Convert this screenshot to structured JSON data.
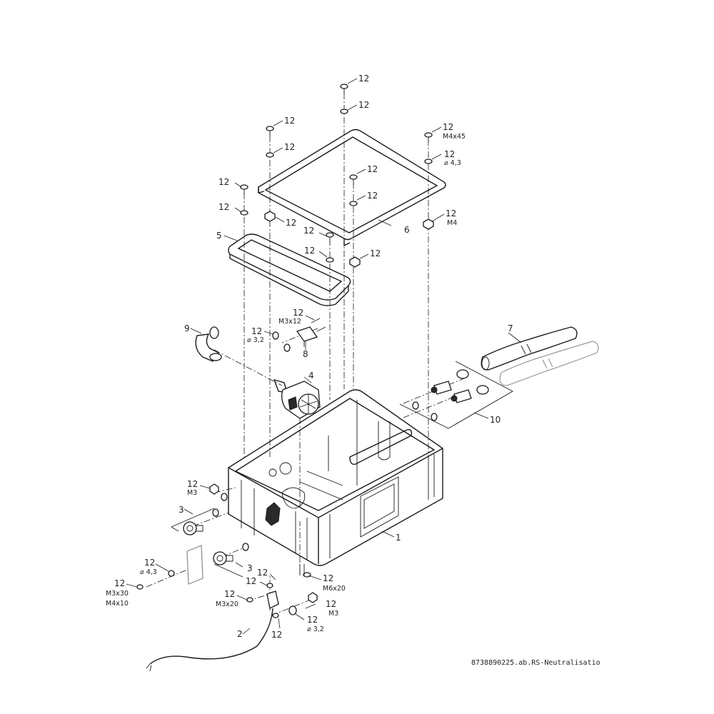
{
  "parts": {
    "p1": "1",
    "p2": "2",
    "p3a": "3",
    "p3b": "3",
    "p4": "4",
    "p5": "5",
    "p6": "6",
    "p7": "7",
    "p8": "8",
    "p9": "9",
    "p10": "10"
  },
  "fasteners": {
    "f01": "12",
    "f02": "12",
    "f03": "12",
    "f04": "12",
    "f05": "12",
    "f06": "12",
    "f07": "12",
    "f08": "12",
    "f09": "12",
    "f10": "12",
    "f11": "12",
    "f12": "12",
    "f13": "12",
    "f14": "12",
    "f15": "12",
    "f16": "12",
    "f17": "12",
    "f18": "12",
    "f19": "12",
    "f20": "12",
    "f21": "12",
    "f22": "12",
    "f23": "12",
    "f24": "12",
    "f25": "12",
    "f26": "12",
    "f27": "12"
  },
  "specs": {
    "m4x45": "M4x45",
    "d43_top": "⌀ 4,3",
    "m4": "M4",
    "m3x12": "M3x12",
    "d32_mid": "⌀ 3,2",
    "m3_left": "M3",
    "d43_low": "⌀ 4,3",
    "m3x30": "M3x30",
    "m4x10": "M4x10",
    "m3x20": "M3x20",
    "m6x20": "M6x20",
    "m3_right": "M3",
    "d32_low": "⌀ 3,2"
  },
  "footer": {
    "doc_id": "8738890225.ab.RS-Neutralisatio"
  }
}
